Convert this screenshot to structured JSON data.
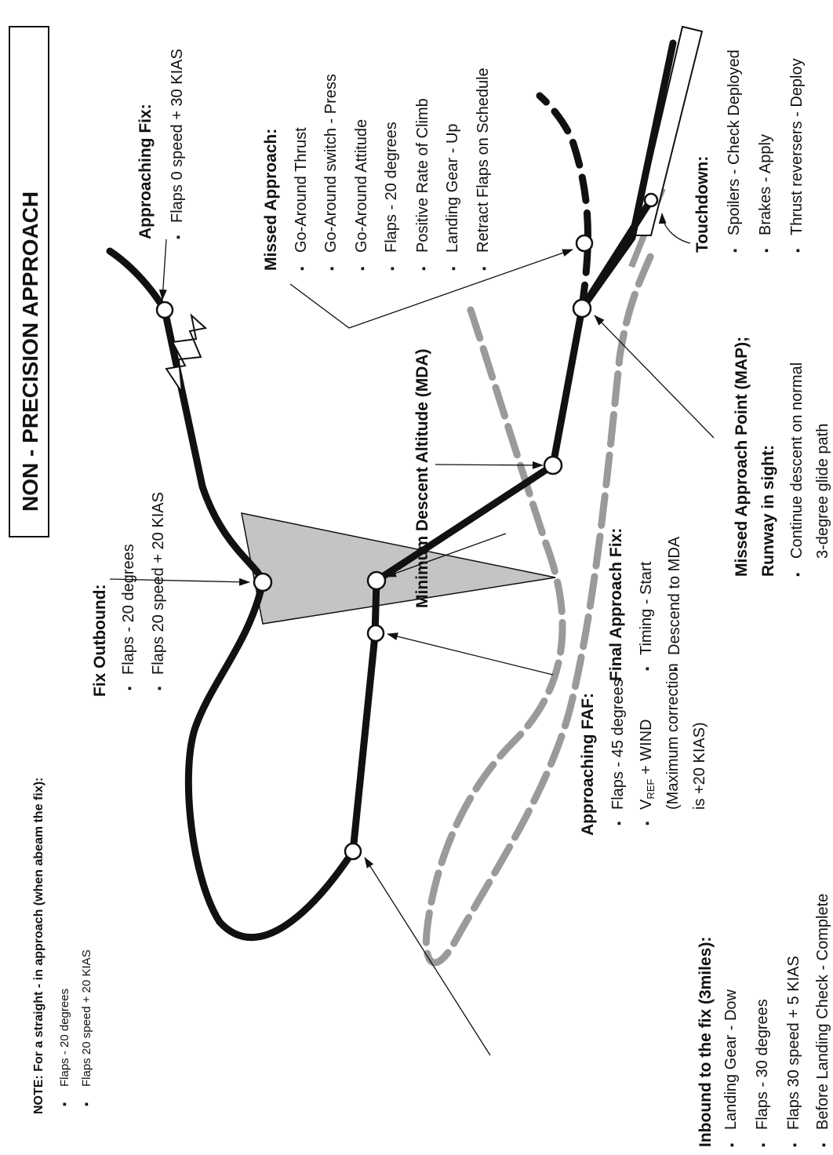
{
  "title": "NON - PRECISION APPROACH",
  "note": {
    "heading": "NOTE:  For a straight - in approach (when abeam the fix):",
    "items": [
      "Flaps - 20 degrees",
      "Flaps 20 speed + 20 KIAS"
    ]
  },
  "inbound": {
    "heading": "Inbound to the fix (3miles):",
    "items": [
      "Landing Gear - Dow",
      "Flaps - 30 degrees",
      "Flaps 30 speed + 5 KIAS",
      "Before Landing Check - Complete"
    ]
  },
  "fix_outbound": {
    "heading": "Fix Outbound:",
    "items": [
      "Flaps - 20 degrees",
      "Flaps 20 speed + 20 KIAS"
    ]
  },
  "approaching_fix": {
    "heading": "Approaching Fix:",
    "items": [
      "Flaps 0 speed + 30 KIAS"
    ]
  },
  "approaching_faf": {
    "heading": "Approaching FAF:",
    "items": [
      "Flaps - 45 degrees",
      "V",
      "REF",
      " + WIND",
      "(Maximum correction",
      "is +20 KIAS)"
    ]
  },
  "final_approach_fix": {
    "heading": "Final Approach Fix:",
    "items": [
      "Timing - Start",
      "Descend to MDA"
    ]
  },
  "mda": {
    "label": "Minimum Descent Altitude (MDA)"
  },
  "missed_approach": {
    "heading": "Missed Approach:",
    "items": [
      "Go-Around Thrust",
      "Go-Around switch - Press",
      "Go-Around Attitude",
      "Flaps - 20 degrees",
      "Positive Rate of Climb",
      "Landing Gear - Up",
      "Retract Flaps on Schedule"
    ]
  },
  "map": {
    "heading_line1": "Missed Approach Point (MAP);",
    "heading_line2": "Runway in sight:",
    "items": [
      "Continue descent on normal",
      "3-degree glide path"
    ]
  },
  "touchdown": {
    "heading": "Touchdown:",
    "items": [
      "Spoilers - Check Deployed",
      "Brakes - Apply",
      "Thrust reversers - Deploy"
    ]
  },
  "colors": {
    "path": "#111111",
    "gray_path": "#9a9a9a",
    "wedge": "#c4c4c4"
  }
}
